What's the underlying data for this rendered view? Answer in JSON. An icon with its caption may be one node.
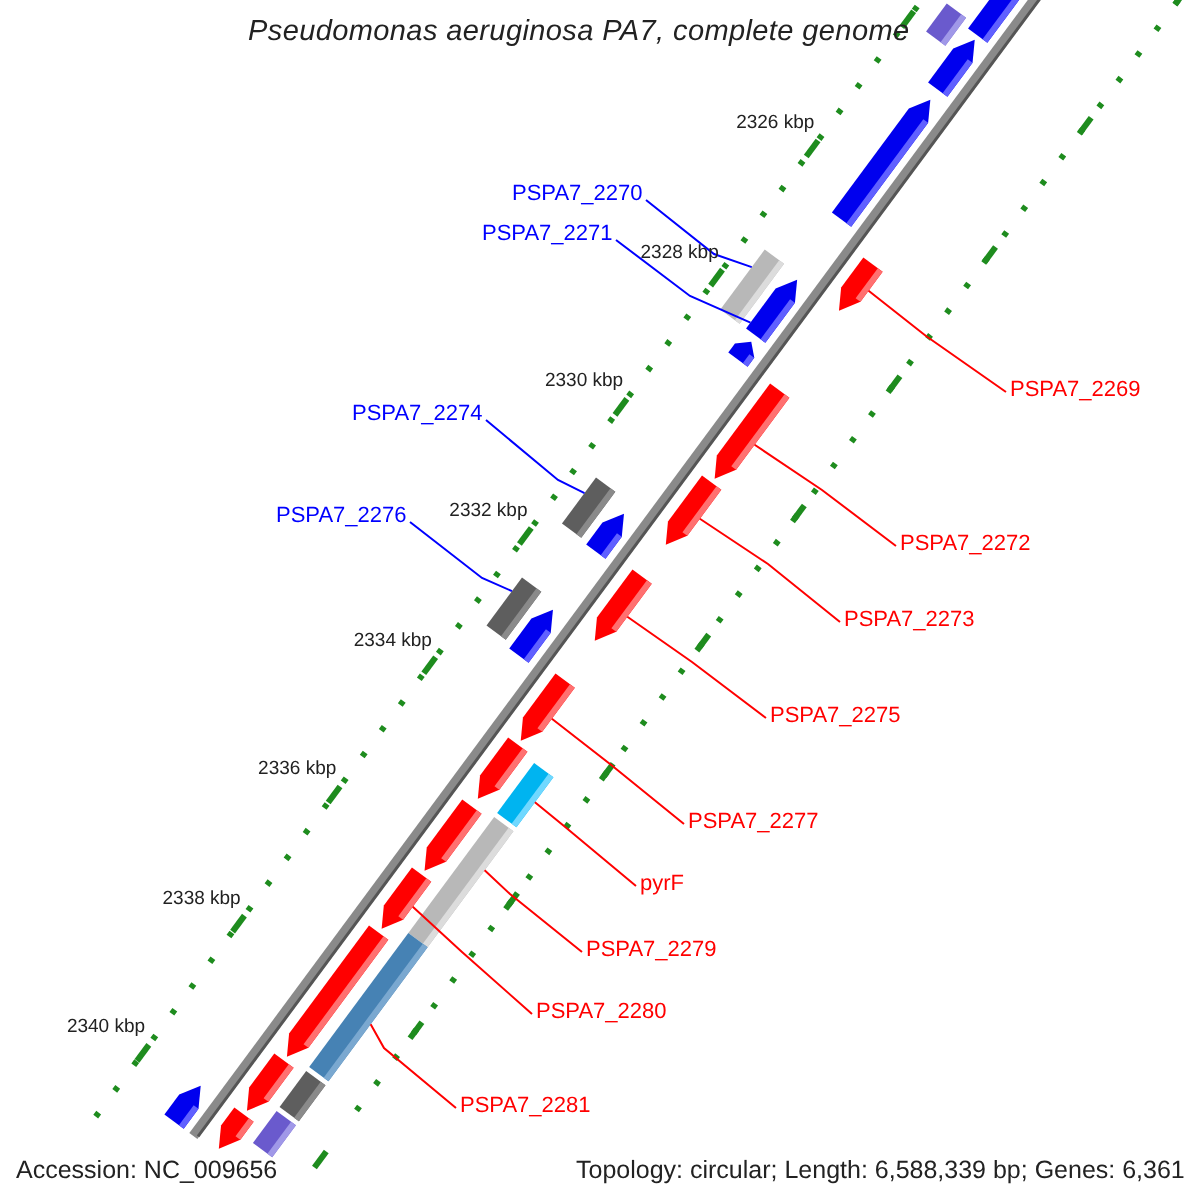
{
  "diagram": {
    "title": "Pseudomonas aeruginosa PA7, complete genome",
    "nodes": [
      {
        "text": [
          "PSPA7_2270"
        ]
      },
      {
        "text": [
          "PSPA7_2271"
        ]
      },
      {
        "text": [
          "PSPA7_2269"
        ]
      },
      {
        "text": [
          "PSPA7_2274"
        ]
      },
      {
        "text": [
          "PSPA7_2276"
        ]
      },
      {
        "text": [
          "PSPA7_2272"
        ]
      },
      {
        "text": [
          "PSPA7_2273"
        ]
      },
      {
        "text": [
          "PSPA7_2275"
        ]
      },
      {
        "text": [
          "PSPA7_2277"
        ]
      },
      {
        "text": [
          "pyrF"
        ]
      },
      {
        "text": [
          "PSPA7_2279"
        ]
      },
      {
        "text": [
          "PSPA7_2280"
        ]
      },
      {
        "text": [
          "PSPA7_2281"
        ]
      },
      {
        "text": [],
        "shape": "box"
      },
      {
        "text": [],
        "shape": "arrow"
      },
      {
        "text": [],
        "shape": "arrow"
      },
      {
        "text": [],
        "shape": "arrow"
      },
      {
        "text": [],
        "shape": "arrow"
      },
      {
        "text": [],
        "shape": "box"
      },
      {
        "text": [],
        "shape": "arrow"
      },
      {
        "text": [],
        "shape": "arrow"
      },
      {
        "text": [],
        "shape": "arrow"
      },
      {
        "text": [],
        "shape": "arrow"
      },
      {
        "text": [],
        "shape": "box"
      },
      {
        "text": [],
        "shape": "arrow"
      },
      {
        "text": [],
        "shape": "arrow"
      },
      {
        "text": [],
        "shape": "box"
      },
      {
        "text": [],
        "shape": "arrow"
      },
      {
        "text": [],
        "shape": "arrow"
      },
      {
        "text": [],
        "shape": "arrow"
      },
      {
        "text": [],
        "shape": "box"
      },
      {
        "text": [],
        "shape": "box"
      },
      {
        "text": [],
        "shape": "arrow"
      },
      {
        "text": [],
        "shape": "arrow"
      },
      {
        "text": [],
        "shape": "box"
      },
      {
        "text": [],
        "shape": "arrow"
      },
      {
        "text": [],
        "shape": "arrow"
      },
      {
        "text": [],
        "shape": "box"
      },
      {
        "text": [],
        "shape": "arrow"
      },
      {
        "text": [],
        "shape": "box"
      },
      {
        "text": [],
        "shape": "arrow"
      }
    ],
    "edges": [
      {
        "from": 0,
        "to": 18,
        "arrow": "none",
        "color": "#0000ff"
      },
      {
        "from": 1,
        "to": 19,
        "arrow": "none",
        "color": "#0000ff"
      },
      {
        "from": 2,
        "to": 17,
        "arrow": "none"
      },
      {
        "from": 3,
        "to": 23,
        "arrow": "none",
        "color": "#0000ff"
      },
      {
        "from": 4,
        "to": 26,
        "arrow": "none",
        "color": "#0000ff"
      },
      {
        "from": 5,
        "to": 21,
        "arrow": "none"
      },
      {
        "from": 6,
        "to": 22,
        "arrow": "none"
      },
      {
        "from": 7,
        "to": 25,
        "arrow": "none"
      },
      {
        "from": 8,
        "to": 28,
        "arrow": "none"
      },
      {
        "from": 9,
        "to": 30,
        "arrow": "none"
      },
      {
        "from": 10,
        "to": 31,
        "arrow": "none"
      },
      {
        "from": 11,
        "to": 33,
        "arrow": "none"
      },
      {
        "from": 12,
        "to": 34,
        "arrow": "none"
      }
    ],
    "labels": [
      "2326 kbp",
      "2328 kbp",
      "2330 kbp",
      "2332 kbp",
      "2334 kbp",
      "2336 kbp",
      "2338 kbp",
      "2340 kbp",
      "Accession: NC_009656",
      "Topology: circular; Length: 6,588,339 bp; Genes: 6,361"
    ]
  }
}
